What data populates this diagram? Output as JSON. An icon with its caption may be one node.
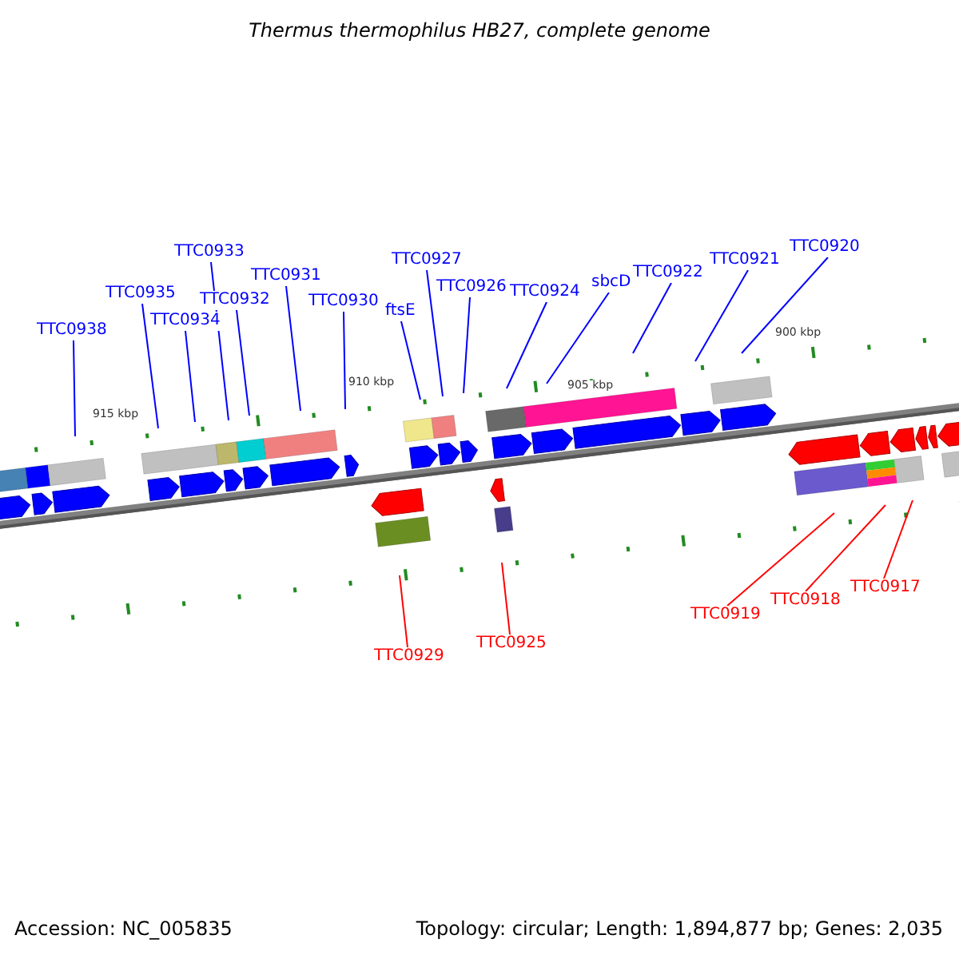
{
  "diagram": {
    "title": "Thermus thermophilus HB27, complete genome",
    "nodes": [
      {
        "text": [
          "TTC0938"
        ]
      },
      {
        "text": [
          "TTC0935"
        ]
      },
      {
        "text": [
          "TTC0934"
        ]
      },
      {
        "text": [
          "TTC0933"
        ]
      },
      {
        "text": [
          "TTC0932"
        ]
      },
      {
        "text": [
          "TTC0931"
        ]
      },
      {
        "text": [
          "TTC0930"
        ]
      },
      {
        "text": [
          "ftsE"
        ]
      },
      {
        "text": [
          "TTC0927"
        ]
      },
      {
        "text": [
          "TTC0926"
        ]
      },
      {
        "text": [
          "TTC0924"
        ]
      },
      {
        "text": [
          "sbcD"
        ]
      },
      {
        "text": [
          "TTC0922"
        ]
      },
      {
        "text": [
          "TTC0921"
        ]
      },
      {
        "text": [
          "TTC0920"
        ]
      },
      {
        "text": [
          "TTC0929"
        ]
      },
      {
        "text": [
          "TTC0925"
        ]
      },
      {
        "text": [
          "TTC0919"
        ]
      },
      {
        "text": [
          "TTC0918"
        ]
      },
      {
        "text": [
          "TTC0917"
        ]
      }
    ],
    "edges": [
      {
        "from": 0,
        "to": null,
        "arrow": "none"
      },
      {
        "from": 1,
        "to": null,
        "arrow": "none"
      },
      {
        "from": 2,
        "to": null,
        "arrow": "none"
      },
      {
        "from": 3,
        "to": null,
        "arrow": "none"
      },
      {
        "from": 4,
        "to": null,
        "arrow": "none"
      },
      {
        "from": 5,
        "to": null,
        "arrow": "none"
      },
      {
        "from": 6,
        "to": null,
        "arrow": "none"
      },
      {
        "from": 7,
        "to": null,
        "arrow": "none"
      },
      {
        "from": 8,
        "to": null,
        "arrow": "none"
      },
      {
        "from": 9,
        "to": null,
        "arrow": "none"
      },
      {
        "from": 10,
        "to": null,
        "arrow": "none"
      },
      {
        "from": 11,
        "to": null,
        "arrow": "none"
      },
      {
        "from": 12,
        "to": null,
        "arrow": "none"
      },
      {
        "from": 13,
        "to": null,
        "arrow": "none"
      },
      {
        "from": 14,
        "to": null,
        "arrow": "none"
      },
      {
        "from": 15,
        "to": null,
        "arrow": "none",
        "color": "#ff0000"
      },
      {
        "from": 16,
        "to": null,
        "arrow": "none",
        "color": "#ff0000"
      },
      {
        "from": 17,
        "to": null,
        "arrow": "none",
        "color": "#ff0000"
      },
      {
        "from": 18,
        "to": null,
        "arrow": "none",
        "color": "#ff0000"
      },
      {
        "from": 19,
        "to": null,
        "arrow": "none",
        "color": "#ff0000"
      }
    ],
    "labels": [
      "915 kbp",
      "910 kbp",
      "905 kbp",
      "900 kbp",
      "Accession: NC_005835",
      "Topology: circular; Length: 1,894,877 bp; Genes: 2,035"
    ]
  }
}
